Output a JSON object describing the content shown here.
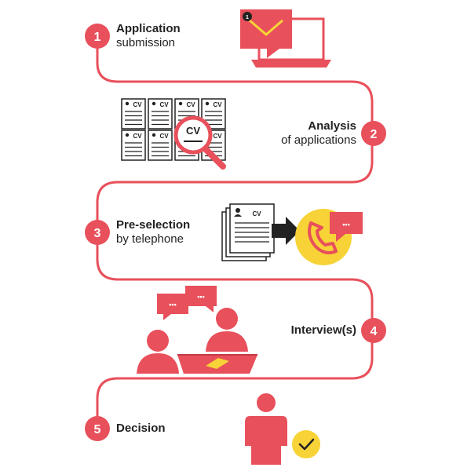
{
  "colors": {
    "red": "#e8505b",
    "yellow": "#f7d337",
    "ink": "#222222",
    "path": "#e8505b"
  },
  "steps": [
    {
      "number": "1",
      "title": "Application",
      "subtitle": "submission",
      "icon": "laptop-mail-icon"
    },
    {
      "number": "2",
      "title": "Analysis",
      "subtitle": "of applications",
      "icon": "cv-magnifier-icon"
    },
    {
      "number": "3",
      "title": "Pre-selection",
      "subtitle": "by telephone",
      "icon": "phone-call-icon"
    },
    {
      "number": "4",
      "title": "Interview(s)",
      "subtitle": "",
      "icon": "interview-icon"
    },
    {
      "number": "5",
      "title": "Decision",
      "subtitle": "",
      "icon": "person-check-icon"
    }
  ],
  "icons": {
    "mail_badge": "1",
    "cv_label": "CV",
    "chat_dots": "•••"
  }
}
